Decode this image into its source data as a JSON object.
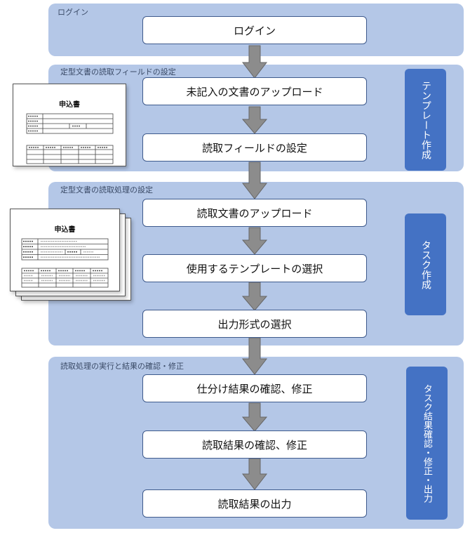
{
  "sections": [
    {
      "label": "ログイン"
    },
    {
      "label": "定型文書の読取フィールドの設定"
    },
    {
      "label": "定型文書の読取処理の設定"
    },
    {
      "label": "読取処理の実行と結果の確認・修正"
    }
  ],
  "steps": [
    "ログイン",
    "未記入の文書のアップロード",
    "読取フィールドの設定",
    "読取文書のアップロード",
    "使用するテンプレートの選択",
    "出力形式の選択",
    "仕分け結果の確認、修正",
    "読取結果の確認、修正",
    "読取結果の出力"
  ],
  "badges": [
    "テンプレート作成",
    "タスク作成",
    "タスク結果確認・修正・出力"
  ],
  "documents": {
    "template_form_title": "申込書",
    "filled_form_title": "申込書"
  },
  "colors": {
    "section_bg": "#b4c7e7",
    "badge_bg": "#4472c4",
    "step_border": "#3e5a8c",
    "arrow": "#8c8c8c"
  }
}
